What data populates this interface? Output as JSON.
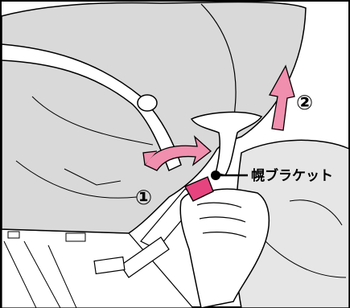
{
  "figure": {
    "steps": [
      {
        "marker": "①"
      },
      {
        "marker": "②"
      }
    ],
    "callout": {
      "label": "幌ブラケット"
    },
    "colors": {
      "line": "#000000",
      "canopy": "#d9d9d9",
      "canopy_shadow": "#bdbdbd",
      "cushion": "#e6e6e6",
      "skin": "#ffffff",
      "accent_arrow": "#f08fae",
      "bracket": "#e6447e",
      "gray_arrow": "#b8b8b8",
      "border": "#000000"
    },
    "icons": [
      "curved-arrow-icon",
      "up-arrow-icon",
      "pointer-dot-icon"
    ]
  }
}
